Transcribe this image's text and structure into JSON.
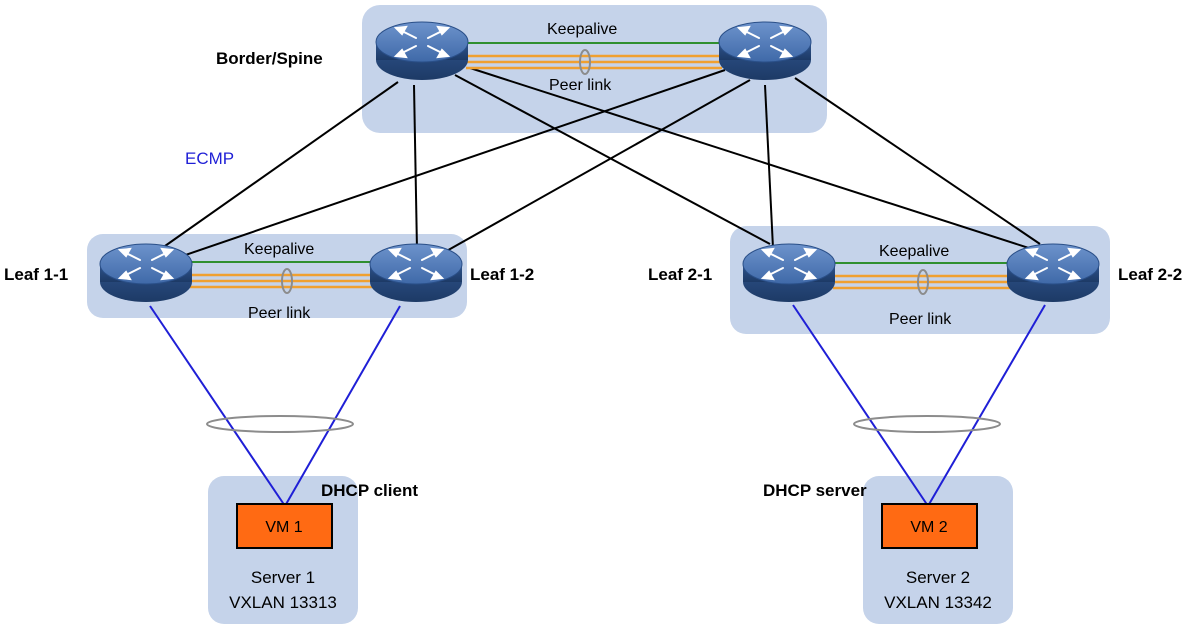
{
  "labels": {
    "border_spine": "Border/Spine",
    "ecmp": "ECMP",
    "leaf_1_1": "Leaf 1-1",
    "leaf_1_2": "Leaf 1-2",
    "leaf_2_1": "Leaf 2-1",
    "leaf_2_2": "Leaf 2-2",
    "dhcp_client": "DHCP client",
    "dhcp_server": "DHCP server"
  },
  "links": {
    "spine_keepalive": "Keepalive",
    "spine_peer_link": "Peer link",
    "leaf1_keepalive": "Keepalive",
    "leaf1_peer_link": "Peer link",
    "leaf2_keepalive": "Keepalive",
    "leaf2_peer_link": "Peer link"
  },
  "servers": {
    "server1": {
      "vm": "VM 1",
      "name": "Server 1",
      "vxlan": "VXLAN 13313"
    },
    "server2": {
      "vm": "VM 2",
      "name": "Server 2",
      "vxlan": "VXLAN 13342"
    }
  },
  "colors": {
    "group_bg": "#c5d3ea",
    "keepalive": "#2f8f2f",
    "peer_link": "#f0a030",
    "uplink": "#000000",
    "downlink": "#1f1fd6",
    "vm_fill": "#ff6a13",
    "switch_body": "#3a66a8"
  },
  "icons": [
    "switch-icon"
  ]
}
